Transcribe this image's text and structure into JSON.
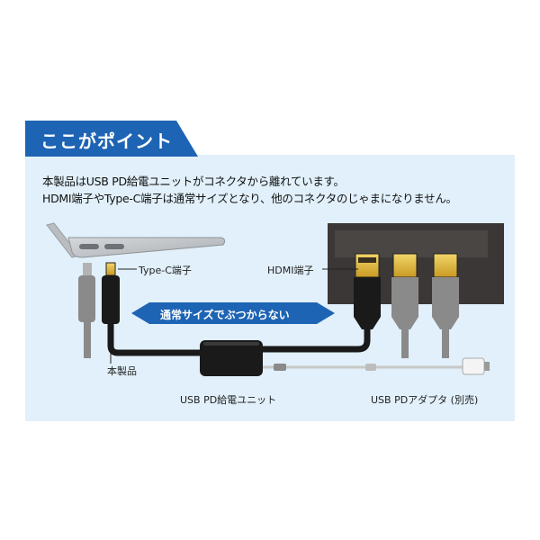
{
  "banner": {
    "title": "ここがポイント"
  },
  "description": {
    "line1": "本製品はUSB PD給電ユニットがコネクタから離れています。",
    "line2": "HDMI端子やType-C端子は通常サイズとなり、他のコネクタのじゃまになりません。"
  },
  "labels": {
    "typec": "Type-C端子",
    "hdmi": "HDMI端子",
    "product": "本製品",
    "pd_unit": "USB PD給電ユニット",
    "pd_adapter": "USB PDアダプタ (別売)"
  },
  "callout": {
    "text": "通常サイズでぶつからない"
  },
  "colors": {
    "banner": "#1e64b4",
    "panel": "#e1f0fa",
    "callout": "#1e64b4",
    "gold": "#e8c24a",
    "cable_black": "#1a1a1a",
    "cable_gray": "#8a8a8a"
  }
}
